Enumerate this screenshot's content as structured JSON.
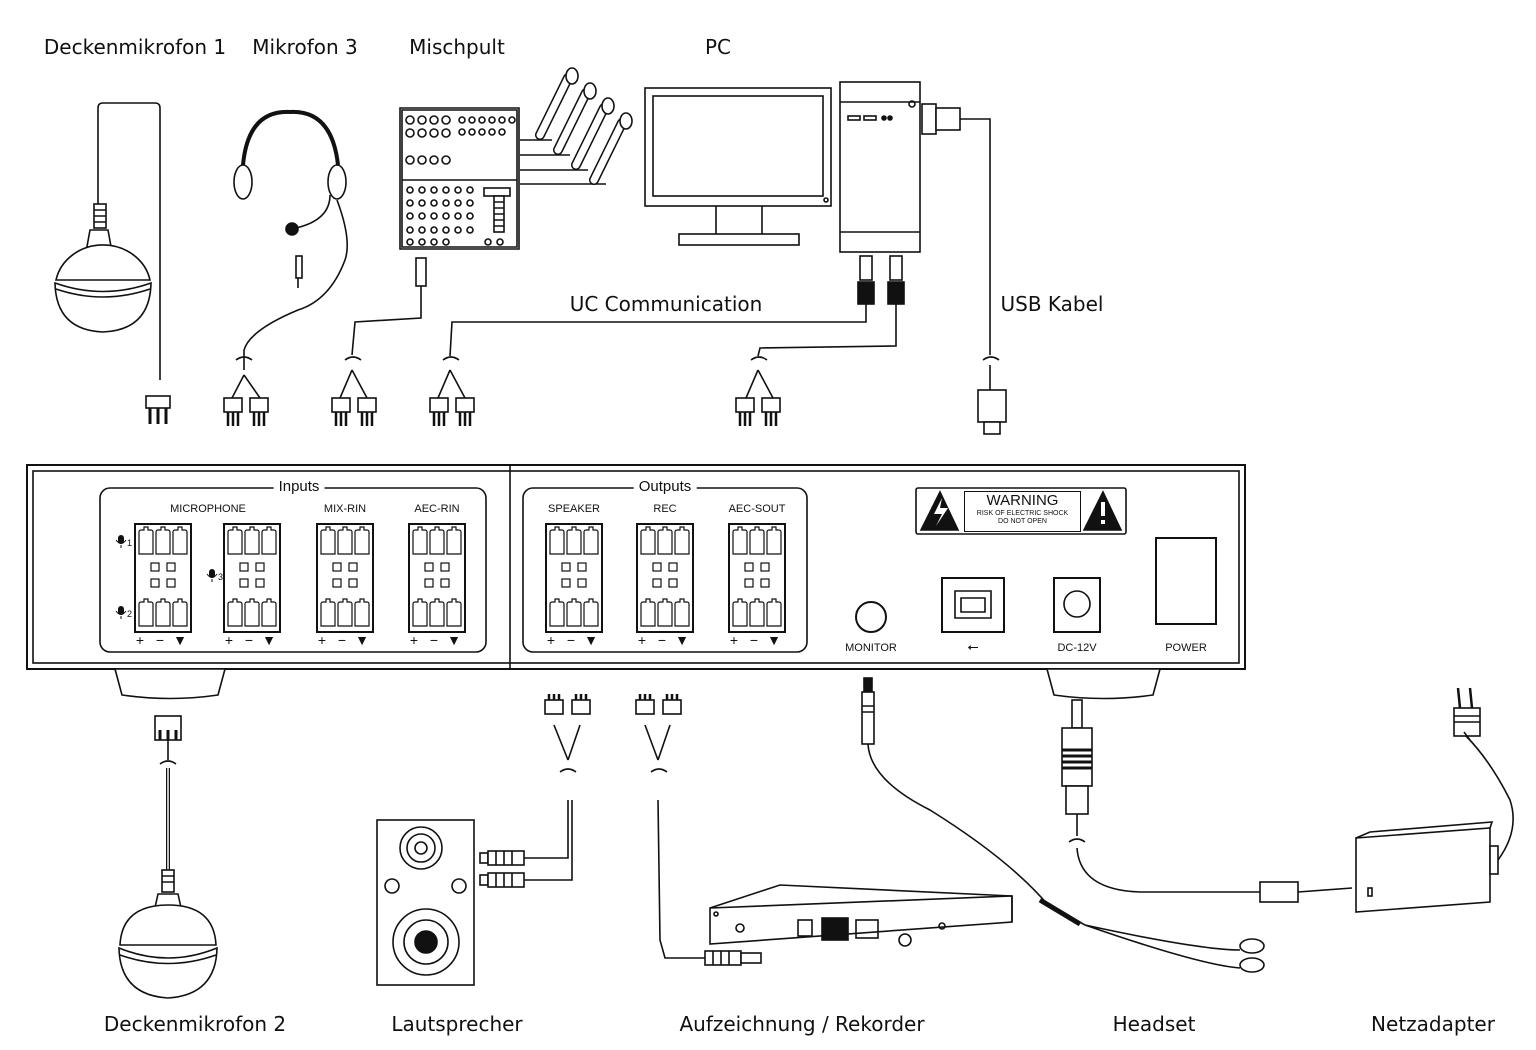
{
  "devices_top": {
    "ceiling_mic_1": "Deckenmikrofon 1",
    "mic_3": "Mikrofon 3",
    "mixer": "Mischpult",
    "pc": "PC",
    "uc": "UC Communication",
    "usb": "USB Kabel"
  },
  "devices_bottom": {
    "ceiling_mic_2": "Deckenmikrofon 2",
    "speaker": "Lautsprecher",
    "recorder": "Aufzeichnung / Rekorder",
    "headset": "Headset",
    "psu": "Netzadapter"
  },
  "panel": {
    "inputs_title": "Inputs",
    "outputs_title": "Outputs",
    "in_ports": [
      "MICROPHONE",
      "MIX-RIN",
      "AEC-RIN"
    ],
    "out_ports": [
      "SPEAKER",
      "REC",
      "AEC-SOUT"
    ],
    "monitor": "MONITOR",
    "usb_symbol": "⭠",
    "dc": "DC-12V",
    "power": "POWER",
    "warning_title": "WARNING",
    "warning_line1": "RISK OF ELECTRIC SHOCK",
    "warning_line2": "DO NOT OPEN",
    "mic_labels": [
      "1",
      "2",
      "3"
    ],
    "pin_signs": [
      "+",
      "−",
      "▼"
    ]
  }
}
